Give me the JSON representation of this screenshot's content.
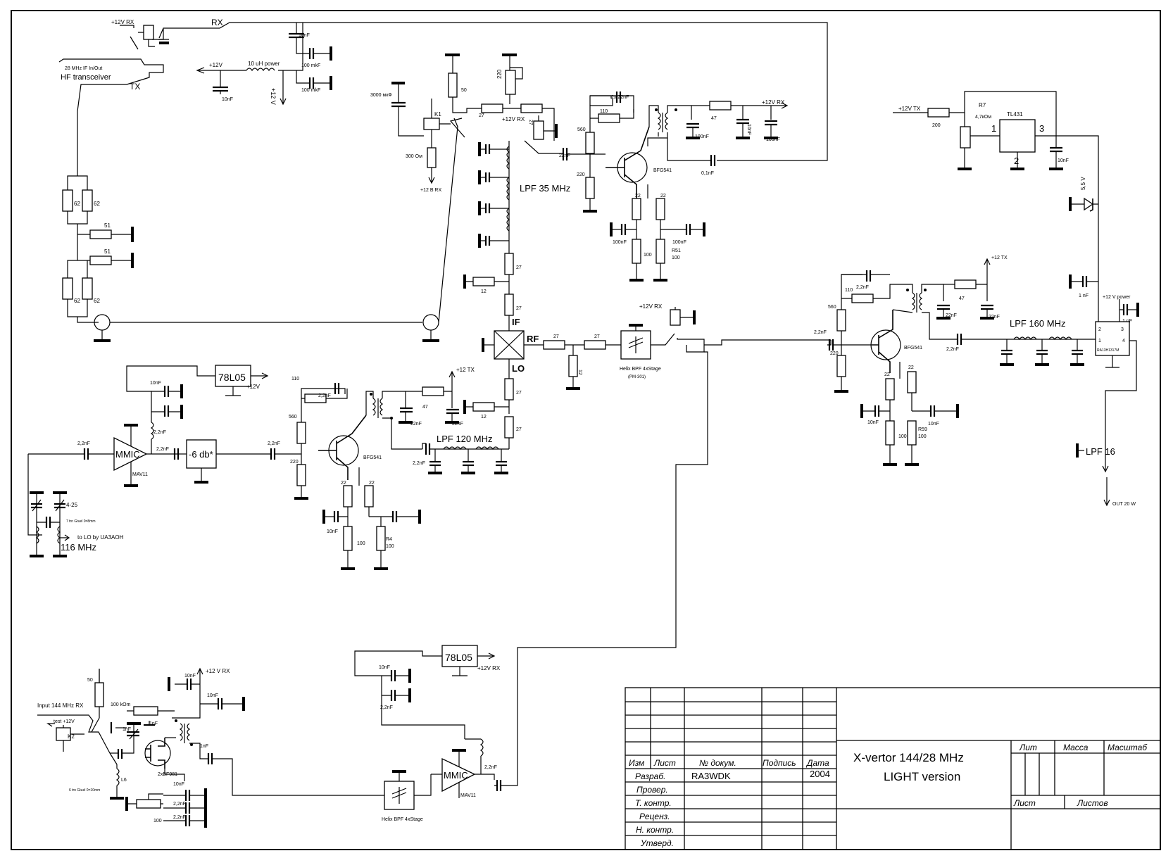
{
  "labels": {
    "plus12v_rx_top": "+12V  RX",
    "rx": "RX",
    "tx": "TX",
    "if_in_out": "28 MHz IF In/Out",
    "hf_transceiver": "HF transceiver",
    "plus12v_left": "+12V",
    "inductor_10uh": "10 uH power",
    "plus12v_vertical": "+12 V",
    "c10nf": "10nF",
    "c100mkf": "100 mkF",
    "r62": "62",
    "r51": "51",
    "c3000": "3000 мкФ",
    "k1": "K1",
    "r300": "300 Ом",
    "plus12_brx": "+12 В RX",
    "r50": "50",
    "r27": "27",
    "r220": "220",
    "plus12v_rx_relay": "+12V  RX",
    "c22nf": "22nF",
    "lpf35": "LPF 35 MHz",
    "r12": "12",
    "r560": "560",
    "r110": "110",
    "c2x22nf": "2x 22nF",
    "bfg541": "BFG541",
    "r22": "22",
    "c100nf": "100nF",
    "r51_100": "R51",
    "r100": "100",
    "r47": "47",
    "c0_1nf": "0,1nF",
    "plus12v_rx_out": "+12V RX",
    "if_label": "IF",
    "rf_label": "RF",
    "lo_label": "LO",
    "plus12v_rx_helix": "+12V  RX",
    "helix_bpf": "Helix BPF 4xStage",
    "pm301": "(PM-301)",
    "reg_78l05": "78L05",
    "plus12v": "+12V",
    "plus12_tx": "+12 TX",
    "mmic": "MMIC",
    "mav11": "MAV11",
    "c2_2nf": "2,2nF",
    "atten_6db": "-6 db*",
    "lpf120": "LPF 120 MHz",
    "r4": "R4",
    "trim_4_25": "4-25",
    "coil_note_lo": "7 trn Gtuel 0=8mm",
    "to_lo": "to LO by UA3AOH",
    "freq_116": "116 MHz",
    "plus12v_tx_r7": "+12V  TX",
    "r200": "200",
    "r7": "R7",
    "r4_7k": "4,7кОм",
    "tl431": "TL431",
    "pin1": "1",
    "pin2": "2",
    "pin3": "3",
    "z5_5v": "5,5 V",
    "c1nf": "1 nF",
    "plus12v_power": "+12 V power",
    "pa_module": "RA13H1317M",
    "pa_pin2": "2",
    "pa_pin3": "3",
    "pa_pin1": "1",
    "pa_pin4": "4",
    "plus12_tx_pa": "+12 TX",
    "lpf160": "LPF 160 MHz",
    "lpf160_cut": "LPF 16",
    "r59": "R59",
    "out_20w": "OUT 20 W",
    "plus12v_rx_bottom": "+12V RX",
    "input_144": "Input 144 MHz RX",
    "test_12v": "test +12V",
    "k2": "K2",
    "r100kom": "100 kOm",
    "l6": "L6",
    "bf981": "2xBF981",
    "coil_note_rx": "6 trn Gtuel 0=10mm",
    "c1nf_s": "1nF",
    "plus12v_rx_lna": "+12 V  RX"
  },
  "title_block": {
    "header": {
      "izm": "Изм",
      "list": "Лист",
      "doc_no": "№ докум.",
      "podpis": "Подпись",
      "data": "Дата"
    },
    "rows": [
      {
        "role": "Разраб.",
        "name": "RA3WDK",
        "date": "2004"
      },
      {
        "role": "Провер.",
        "name": "",
        "date": ""
      },
      {
        "role": "Т. контр.",
        "name": "",
        "date": ""
      },
      {
        "role": "Реценз.",
        "name": "",
        "date": ""
      },
      {
        "role": "Н. контр.",
        "name": "",
        "date": ""
      },
      {
        "role": "Утверд.",
        "name": "",
        "date": ""
      }
    ],
    "title_line1": "X-vertor 144/28 MHz",
    "title_line2": "LIGHT version",
    "lit": "Лит",
    "massa": "Масса",
    "masshtab": "Масштаб",
    "list_label": "Лист",
    "listov": "Листов"
  }
}
